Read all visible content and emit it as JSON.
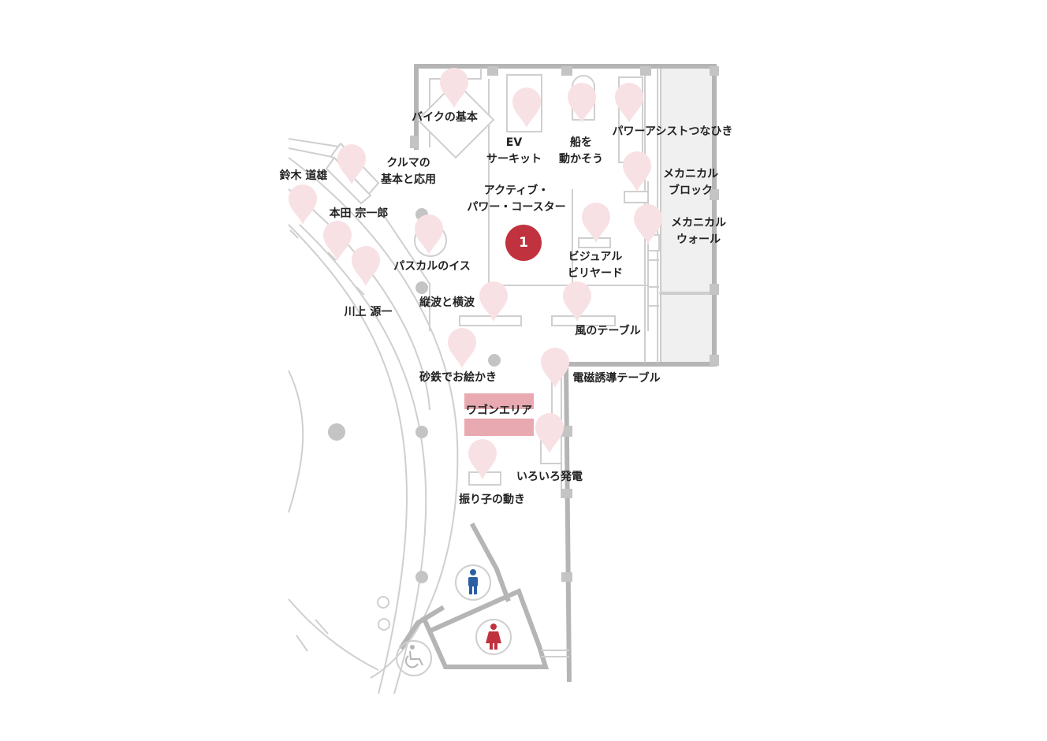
{
  "marker": {
    "number": "1",
    "color": "#c0323e"
  },
  "exhibits": {
    "bike": "バイクの基本",
    "ev": [
      "EV",
      "サーキット"
    ],
    "ship": [
      "船を",
      "動かそう"
    ],
    "tug": "パワーアシストつなひき",
    "car": [
      "クルマの",
      "基本と応用"
    ],
    "suzuki": "鈴木 道雄",
    "honda": "本田 宗一郎",
    "coaster": [
      "アクティブ・",
      "パワー・コースター"
    ],
    "block": [
      "メカニカル",
      "ブロック"
    ],
    "wall": [
      "メカニカル",
      "ウォール"
    ],
    "pascal": "パスカルのイス",
    "billiard": [
      "ビジュアル",
      "ビリヤード"
    ],
    "kawakami": "川上 源一",
    "wave": "縦波と横波",
    "wind": "風のテーブル",
    "sand": "砂鉄でお絵かき",
    "induction": "電磁誘導テーブル",
    "wagon": "ワゴンエリア",
    "power": "いろいろ発電",
    "pendulum": "振り子の動き"
  },
  "colors": {
    "pin": "#f8e1e4",
    "wagon_area": "#e8a9b1",
    "men": "#2b5fa3",
    "women": "#c0323e",
    "wall": "#b5b5b5"
  },
  "icons": [
    "men-restroom-icon",
    "women-restroom-icon",
    "wheelchair-icon"
  ]
}
